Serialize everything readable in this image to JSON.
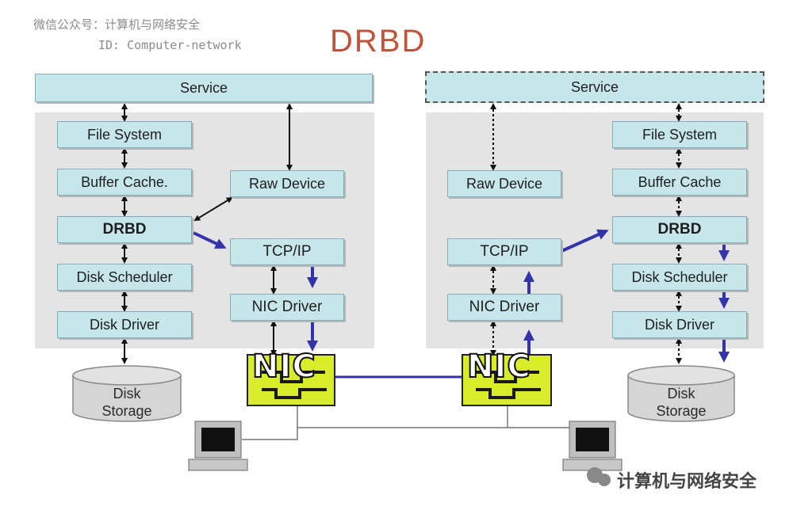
{
  "watermark": {
    "line1": "微信公众号：计算机与网络安全",
    "line2": "ID: Computer-network"
  },
  "title": "DRBD",
  "left": {
    "service": "Service",
    "file_system": "File System",
    "buffer_cache": "Buffer Cache.",
    "drbd": "DRBD",
    "disk_scheduler": "Disk Scheduler",
    "disk_driver": "Disk Driver",
    "raw_device": "Raw Device",
    "tcpip": "TCP/IP",
    "nic_driver": "NIC Driver",
    "nic": "NIC",
    "disk_line1": "Disk",
    "disk_line2": "Storage"
  },
  "right": {
    "service": "Service",
    "file_system": "File System",
    "buffer_cache": "Buffer Cache",
    "drbd": "DRBD",
    "disk_scheduler": "Disk Scheduler",
    "disk_driver": "Disk Driver",
    "raw_device": "Raw Device",
    "tcpip": "TCP/IP",
    "nic_driver": "NIC Driver",
    "nic": "NIC",
    "disk_line1": "Disk",
    "disk_line2": "Storage"
  },
  "brand": "计算机与网络安全",
  "colors": {
    "panel": "#e4e4e4",
    "box_fill": "#c7e6ea",
    "replication_arrow": "#3333aa",
    "title": "#c0533a",
    "nic_chip": "#d8ec2a"
  }
}
